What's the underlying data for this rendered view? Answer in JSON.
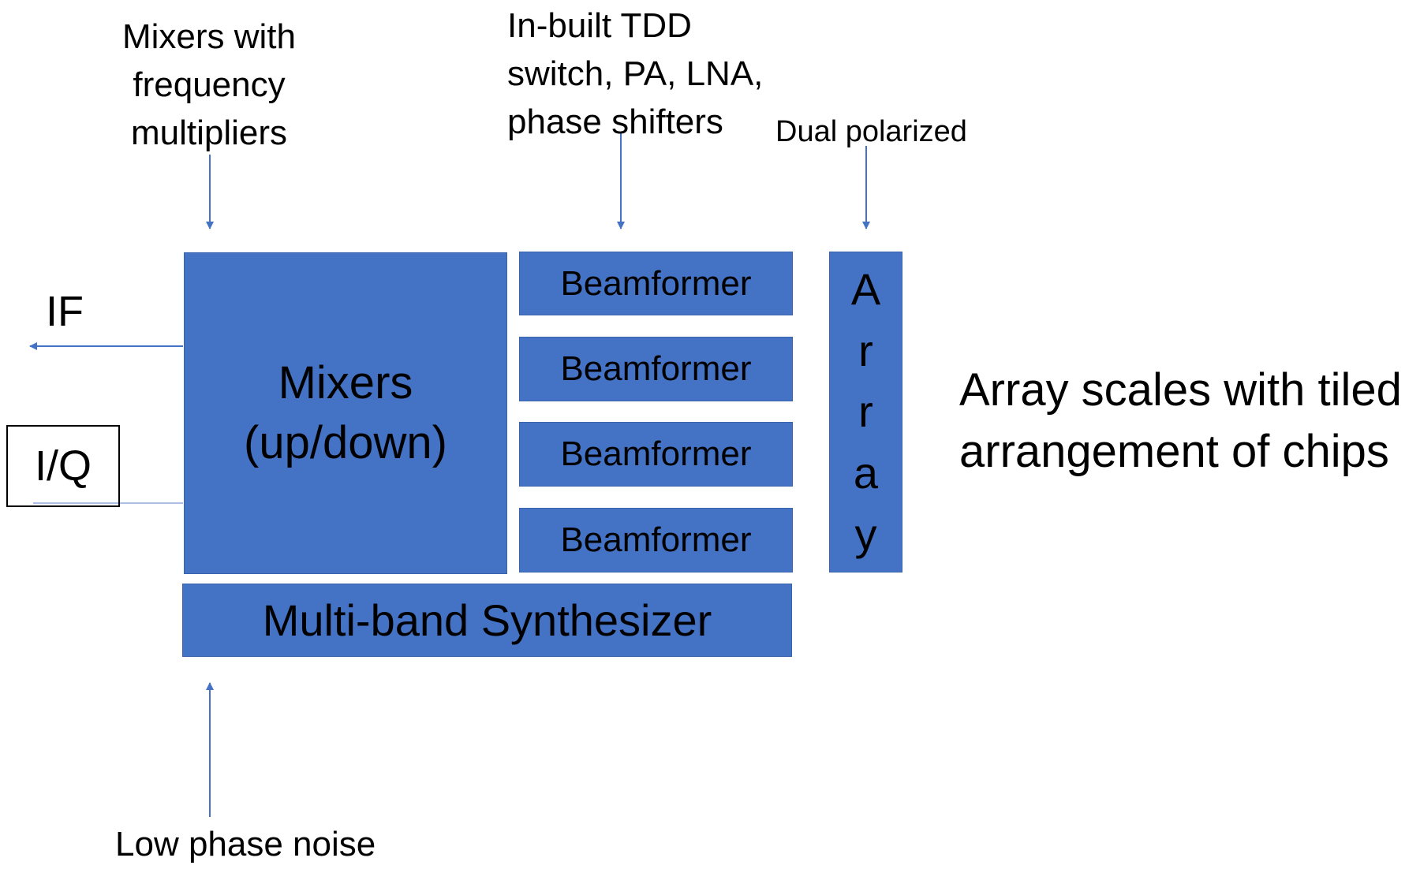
{
  "annotations": {
    "mixers_note": [
      "Mixers with",
      "frequency",
      "multipliers"
    ],
    "beamformer_note": [
      "In-built TDD",
      "switch, PA, LNA,",
      "phase shifters"
    ],
    "array_note": "Dual polarized",
    "synth_note": "Low phase noise",
    "scaling_note": [
      "Array scales with tiled",
      "arrangement of chips"
    ]
  },
  "io": {
    "if_label": "IF",
    "iq_label": "I/Q"
  },
  "blocks": {
    "mixers": [
      "Mixers",
      "(up/down)"
    ],
    "beamformers": [
      "Beamformer",
      "Beamformer",
      "Beamformer",
      "Beamformer"
    ],
    "array_letters": [
      "A",
      "r",
      "r",
      "a",
      "y"
    ],
    "synthesizer": "Multi-band Synthesizer"
  },
  "colors": {
    "block_fill": "#4472c4",
    "arrow": "#4472c4"
  }
}
